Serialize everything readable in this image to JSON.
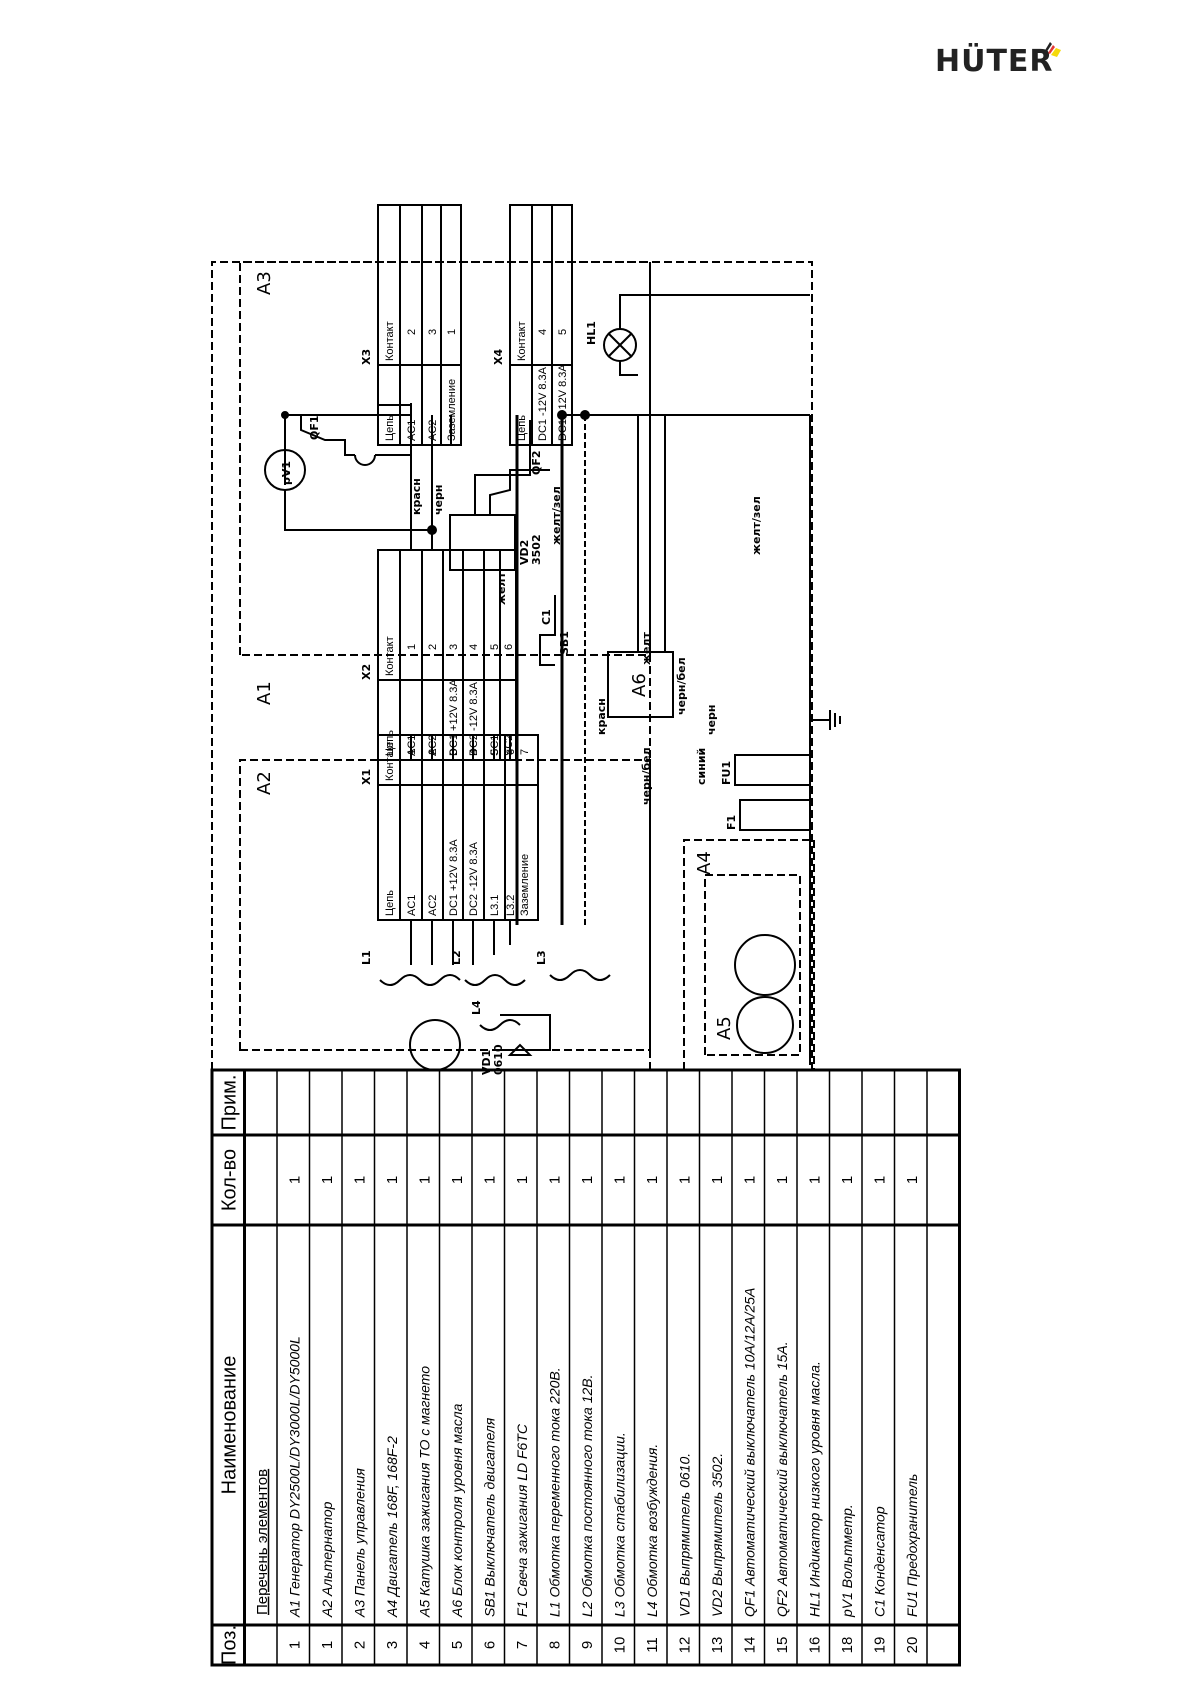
{
  "brand": {
    "name": "HÜTER",
    "accent_colors": [
      "#e53935",
      "#222222",
      "#f5d90a"
    ]
  },
  "schematic": {
    "blocks": {
      "A1": "A1",
      "A2": "A2",
      "A3": "A3",
      "A4": "A4",
      "A5": "A5",
      "A6": "A6"
    },
    "connectors": {
      "X1": {
        "name": "X1",
        "header": {
          "circuit": "Цепь",
          "contact": "Контакт"
        },
        "rows": [
          {
            "circuit": "AC1",
            "contact": "1"
          },
          {
            "circuit": "AC2",
            "contact": "2"
          },
          {
            "circuit": "DC1 +12V 8.3A",
            "contact": "3"
          },
          {
            "circuit": "DC2 -12V 8.3A",
            "contact": "4"
          },
          {
            "circuit": "L3.1",
            "contact": "5"
          },
          {
            "circuit": "L3.2",
            "contact": "6"
          },
          {
            "circuit": "Заземление",
            "contact": "7"
          }
        ]
      },
      "X2": {
        "name": "X2",
        "header": {
          "circuit": "Цепь",
          "contact": "Контакт"
        },
        "rows": [
          {
            "circuit": "AC1",
            "contact": "1"
          },
          {
            "circuit": "AC2",
            "contact": "2"
          },
          {
            "circuit": "DC1 +12V 8.3A",
            "contact": "3"
          },
          {
            "circuit": "DC2 -12V 8.3A",
            "contact": "4"
          },
          {
            "circuit": "SC1",
            "contact": "5"
          },
          {
            "circuit": "SC2",
            "contact": "6"
          }
        ]
      },
      "X3": {
        "name": "X3",
        "header": {
          "circuit": "Цепь",
          "contact": "Контакт"
        },
        "rows": [
          {
            "circuit": "AC1",
            "contact": "2"
          },
          {
            "circuit": "AC2",
            "contact": "3"
          },
          {
            "circuit": "Заземление",
            "contact": "1"
          }
        ]
      },
      "X4": {
        "name": "X4",
        "header": {
          "circuit": "Цепь",
          "contact": "Контакт"
        },
        "rows": [
          {
            "circuit": "DC1 -12V 8.3A",
            "contact": "4"
          },
          {
            "circuit": "DC1 +12V 8.3A",
            "contact": "5"
          }
        ]
      }
    },
    "components": {
      "pV1": "pV1",
      "QF1": "QF1",
      "QF2": "QF2",
      "VD2": "VD2",
      "VD2_model": "3502",
      "C1": "C1",
      "SB1": "SB1",
      "HL1": "HL1",
      "FU1": "FU1",
      "F1": "F1",
      "L1": "L1",
      "L2": "L2",
      "L3": "L3",
      "L4": "L4",
      "VD1": "VD1",
      "VD1_model": "0610"
    },
    "wire_labels": {
      "krasn": "красн",
      "chern": "черн",
      "zhelt": "желт",
      "zhelt_zel": "желт/зел",
      "chern_bel": "черн/бел",
      "siniy": "синий"
    }
  },
  "parts_table": {
    "headers": {
      "pos": "Поз.",
      "name": "Наименование",
      "qty": "Кол-во",
      "note": "Прим."
    },
    "title_row": "Перечень элементов",
    "rows": [
      {
        "pos": "1",
        "name": "A1 Генератор DY2500L/DY3000L/DY5000L",
        "qty": "1",
        "note": ""
      },
      {
        "pos": "1",
        "name": "A2 Альтернатор",
        "qty": "1",
        "note": ""
      },
      {
        "pos": "2",
        "name": "A3 Панель управления",
        "qty": "1",
        "note": ""
      },
      {
        "pos": "3",
        "name": "A4 Двигатель 168F, 168F-2",
        "qty": "1",
        "note": ""
      },
      {
        "pos": "4",
        "name": "A5 Катушка зажигания ТО с магнето",
        "qty": "1",
        "note": ""
      },
      {
        "pos": "5",
        "name": "A6 Блок контроля уровня масла",
        "qty": "1",
        "note": ""
      },
      {
        "pos": "6",
        "name": "SB1 Выключатель двигателя",
        "qty": "1",
        "note": ""
      },
      {
        "pos": "7",
        "name": "F1 Свеча зажигания LD F6TC",
        "qty": "1",
        "note": ""
      },
      {
        "pos": "8",
        "name": "L1 Обмотка переменного тока 220В.",
        "qty": "1",
        "note": ""
      },
      {
        "pos": "9",
        "name": "L2 Обмотка постоянного тока 12В.",
        "qty": "1",
        "note": ""
      },
      {
        "pos": "10",
        "name": "L3 Обмотка стабилизации.",
        "qty": "1",
        "note": ""
      },
      {
        "pos": "11",
        "name": "L4 Обмотка возбуждения.",
        "qty": "1",
        "note": ""
      },
      {
        "pos": "12",
        "name": "VD1 Выпрямитель 0610.",
        "qty": "1",
        "note": ""
      },
      {
        "pos": "13",
        "name": "VD2 Выпрямитель 3502.",
        "qty": "1",
        "note": ""
      },
      {
        "pos": "14",
        "name": "QF1 Автоматический выключатель 10A/12A/25A",
        "qty": "1",
        "note": ""
      },
      {
        "pos": "15",
        "name": "QF2 Автоматический выключатель 15A.",
        "qty": "1",
        "note": ""
      },
      {
        "pos": "16",
        "name": "HL1 Индикатор низкого уровня масла.",
        "qty": "1",
        "note": ""
      },
      {
        "pos": "18",
        "name": "pV1 Вольтметр.",
        "qty": "1",
        "note": ""
      },
      {
        "pos": "19",
        "name": "C1 Конденсатор",
        "qty": "1",
        "note": ""
      },
      {
        "pos": "20",
        "name": "FU1 Предохранитель",
        "qty": "1",
        "note": ""
      },
      {
        "pos": "",
        "name": "",
        "qty": "",
        "note": ""
      }
    ]
  }
}
